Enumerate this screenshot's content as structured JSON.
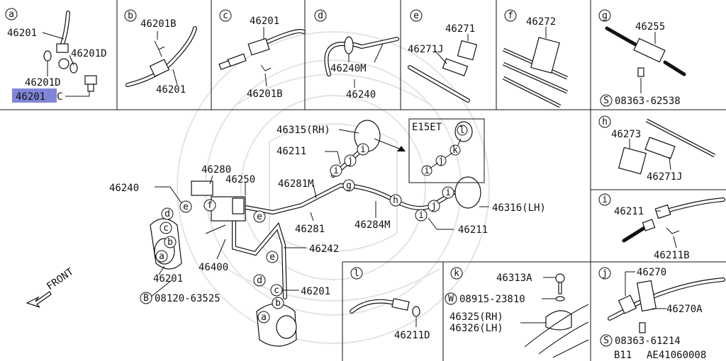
{
  "sections": {
    "a": {
      "key": "a",
      "labels": {
        "p46201": "46201",
        "p46201D_top": "46201D",
        "p46201D_left": "46201D",
        "p46201C_hl": "46201",
        "p46201C_tail": "C"
      }
    },
    "b": {
      "key": "b",
      "labels": {
        "p46201B": "46201B",
        "p46201": "46201"
      }
    },
    "c": {
      "key": "c",
      "labels": {
        "p46201": "46201",
        "p46201B": "46201B"
      }
    },
    "d": {
      "key": "d",
      "labels": {
        "p46240M": "46240M",
        "p46240": "46240"
      }
    },
    "e": {
      "key": "e",
      "labels": {
        "p46271": "46271",
        "p46271J": "46271J"
      }
    },
    "f": {
      "key": "f",
      "labels": {
        "p46272": "46272"
      }
    },
    "g": {
      "key": "g",
      "labels": {
        "p46255": "46255",
        "s_prefix": "S",
        "s_num": "08363-62538"
      }
    },
    "h": {
      "key": "h",
      "labels": {
        "p46273": "46273",
        "p46271J": "46271J"
      }
    },
    "i": {
      "key": "i",
      "labels": {
        "p46211": "46211",
        "p46211B": "46211B"
      }
    },
    "j": {
      "key": "j",
      "labels": {
        "p46270": "46270",
        "p46270A": "46270A",
        "s_prefix": "S",
        "s_num": "08363-61214"
      }
    },
    "k": {
      "key": "k",
      "labels": {
        "p46313A": "46313A",
        "w_prefix": "W",
        "w_num": "08915-23810",
        "p46325": "46325(RH)",
        "p46326": "46326(LH)"
      }
    },
    "l": {
      "key": "l",
      "labels": {
        "p46211D": "46211D"
      }
    }
  },
  "main": {
    "labels": {
      "p46315": "46315(RH)",
      "p46211_top": "46211",
      "p46280": "46280",
      "p46250": "46250",
      "p46281M": "46281M",
      "p46240": "46240",
      "p46281": "46281",
      "p46284M": "46284M",
      "p46316": "46316(LH)",
      "p46211_right": "46211",
      "p46400": "46400",
      "p46242": "46242",
      "p46201_left": "46201",
      "p46201_right": "46201",
      "b_prefix": "B",
      "b_num": "08120-63525",
      "front": "FRONT"
    },
    "inset": {
      "title": "E15ET"
    },
    "callouts": [
      "a",
      "b",
      "c",
      "d",
      "e",
      "f",
      "g",
      "h",
      "i",
      "j",
      "k",
      "l"
    ]
  },
  "footer": {
    "model": "B11",
    "code": "AE41060008"
  }
}
